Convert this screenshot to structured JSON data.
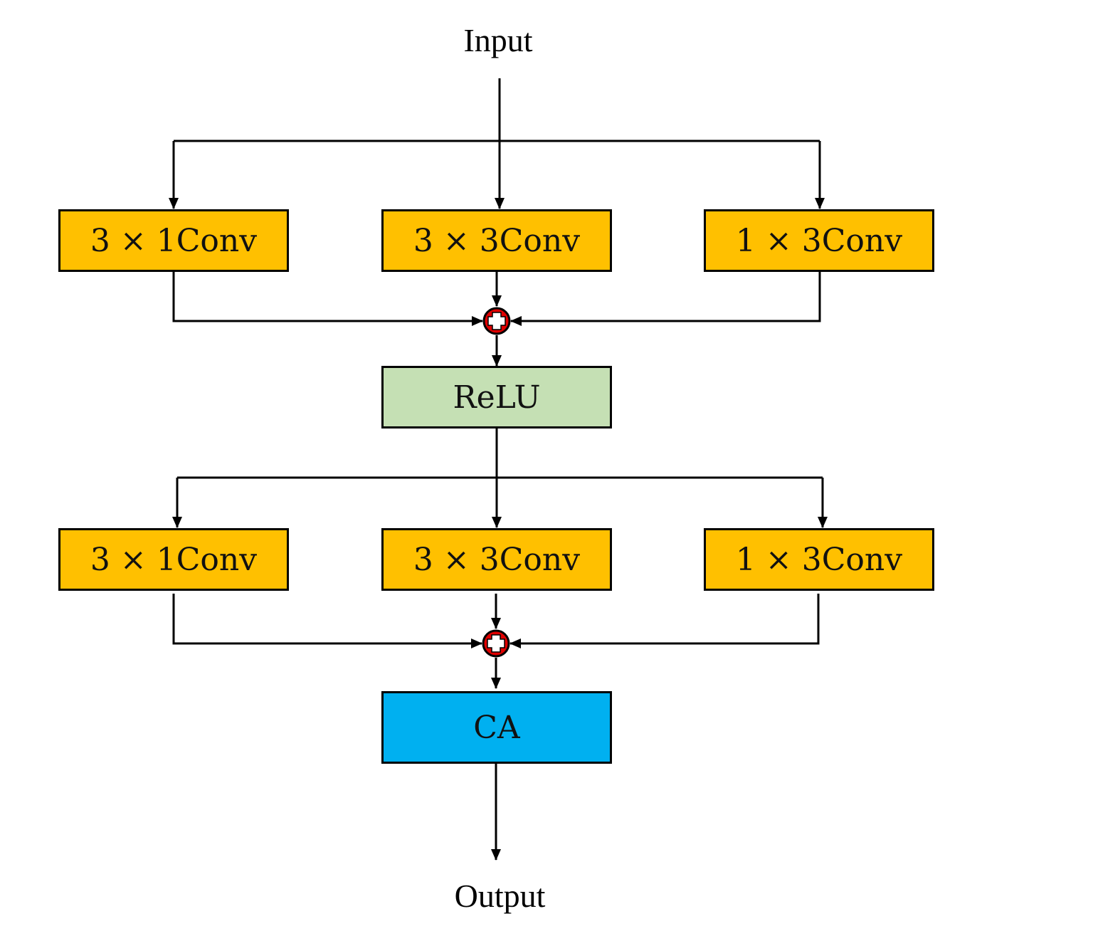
{
  "labels": {
    "input": "Input",
    "output": "Output"
  },
  "block1": {
    "left": "3 × 1Conv",
    "center": "3 × 3Conv",
    "right": "1 × 3Conv"
  },
  "relu": "ReLU",
  "block2": {
    "left": "3 × 1Conv",
    "center": "3 × 3Conv",
    "right": "1 × 3Conv"
  },
  "ca": "CA",
  "colors": {
    "conv": "#FFC000",
    "relu": "#C5E0B4",
    "ca": "#00B0F0",
    "adder": "#E00000",
    "line": "#000000"
  },
  "icons": {
    "adder": "circle-plus-icon"
  }
}
